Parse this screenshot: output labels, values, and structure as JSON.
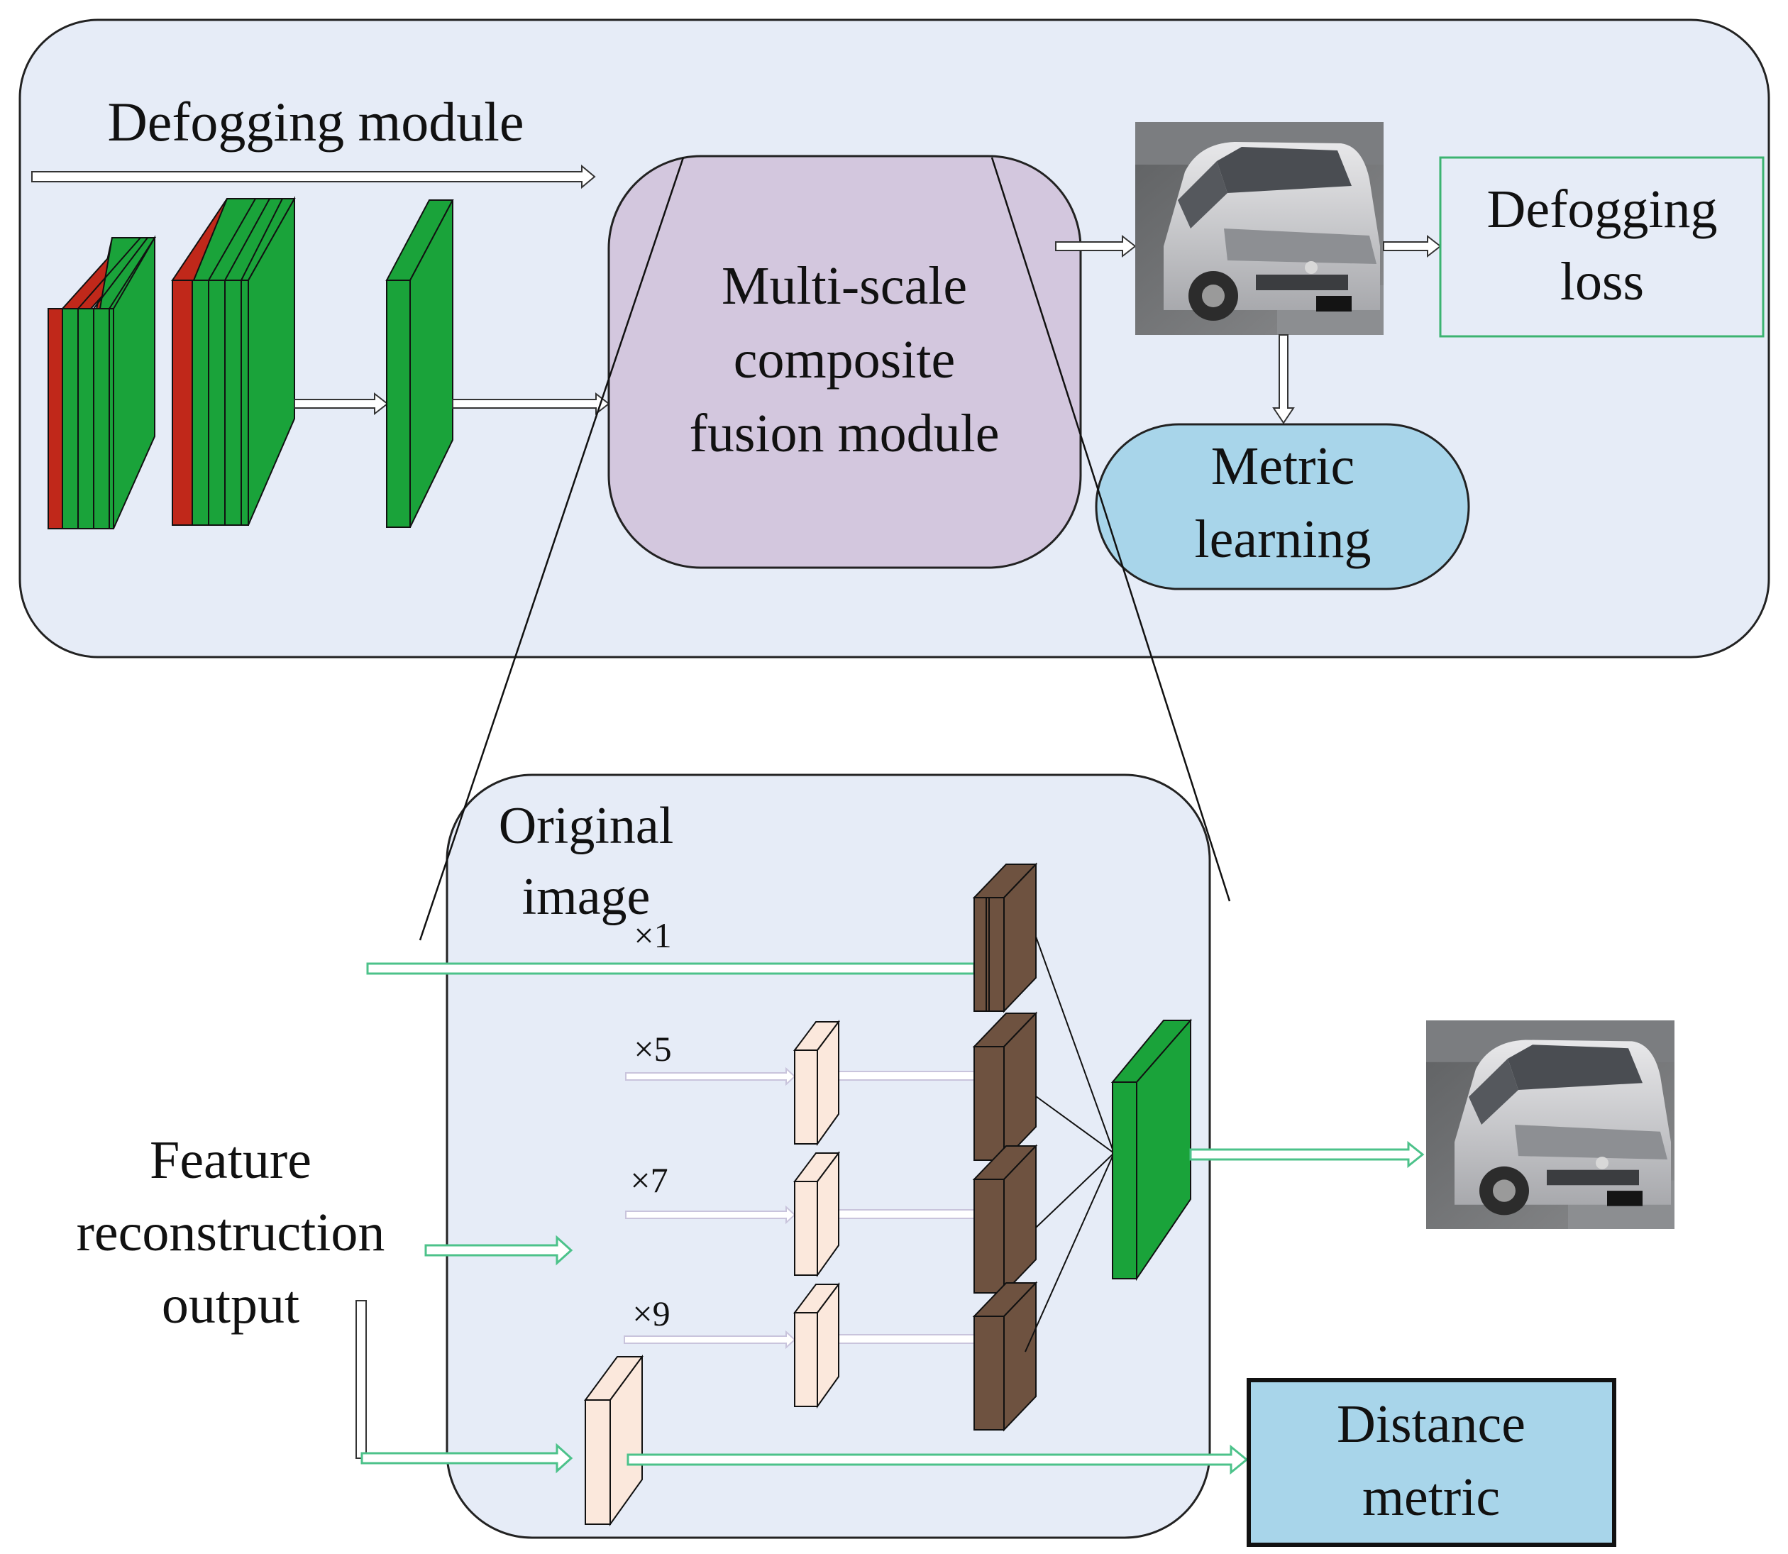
{
  "labels": {
    "defogging_module": "Defogging module",
    "fusion_line1": "Multi-scale",
    "fusion_line2": "composite",
    "fusion_line3": "fusion module",
    "defogging_loss_line1": "Defogging",
    "defogging_loss_line2": "loss",
    "metric_line1": "Metric",
    "metric_line2": "learning",
    "original_line1": "Original",
    "original_line2": "image",
    "scale_x1": "×1",
    "scale_x5": "×5",
    "scale_x7": "×7",
    "scale_x9": "×9",
    "feature_line1": "Feature",
    "feature_line2": "reconstruction",
    "feature_line3": "output",
    "distance_line1": "Distance",
    "distance_line2": "metric"
  },
  "colors": {
    "panel_fill": "#e6ecf7",
    "fusion_fill": "#d3c7de",
    "metric_fill": "#a8d5ea",
    "distance_fill": "#a8d5ea",
    "loss_border": "#3cb371",
    "conv_green": "#1aa33a",
    "conv_red": "#c0281a",
    "conv_brown": "#6e5240",
    "conv_cream": "#fbe8dc",
    "arrow_green": "#4cc28a"
  },
  "icons": {
    "car_image": "car-photo-icon"
  }
}
